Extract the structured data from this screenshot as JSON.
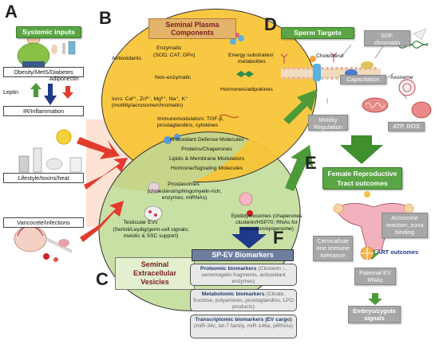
{
  "panels": {
    "a": "A",
    "b": "B",
    "c": "C",
    "d": "D",
    "e": "E",
    "f": "F"
  },
  "systemic": {
    "title": "Systemic inputs",
    "obesity": "Obesity/MetS/Diabetes",
    "leptin": "Leptin",
    "adiponectin": "Adiponectin",
    "ir": "IR/Inflammation",
    "lifestyle": "Lifestyle/toxins/heat",
    "varicocele": "Varicocele/infections"
  },
  "seminal_plasma": {
    "title": "Seminal Plasma Components",
    "antioxidants": "Antioxidants",
    "enzymatic": "Enzymatic",
    "enzymatic_detail": "(SOD, CAT, GPx)",
    "non_enzymatic": "Non-enzymatic",
    "ions": "Ions: Ca²⁺, Zn²⁺, Mg²⁺, Na⁺, K⁺",
    "ions_detail": "(motility/acrosome/chromatin)",
    "energy": "Energy substrates/",
    "energy2": "metabolites",
    "hormones": "Hormones/adipokines",
    "immuno": "Immunomodulators: TGF-β,",
    "immuno2": "prostaglandins, cytokines"
  },
  "overlap": {
    "line1": "Antioxidant Defense Molecules",
    "line2": "Proteins/Chaperones",
    "line3": "Lipids & Membrane Modulators",
    "line4": "Hormone/Signaling Molecules"
  },
  "ev": {
    "prostasomes": "Prostasomes",
    "prostasomes_detail": "(cholesterol/sphingomyelin-rich; enzymes; miRNAs)",
    "epididymosomes": "Epididymosomes (chaperones clusterin/HSP70; RNAs for maturation/epigenome)",
    "testicular": "Testicular EVs",
    "testicular_detail": "(Sertoli/Leydig/germ-cell signals; meiotic & SSC support)",
    "title_line1": "Seminal",
    "title_line2": "Extracellular",
    "title_line3": "Vesicles"
  },
  "sperm_targets": {
    "title": "Sperm Targets",
    "cholesterol": "Cholesterol",
    "sdf": "SDF,",
    "sdf2": "chromatin",
    "capacitation": "Capacitation",
    "axoneme": "Axoneme",
    "motility": "Motility",
    "motility2": "Regulation",
    "atp": "ATP, ROS"
  },
  "female": {
    "title_line1": "Female Reproductive",
    "title_line2": "Tract outcomes",
    "immune": "Cervical/ute rine immune tolerance",
    "acrosome": "Acrosome reaction, zona binding",
    "art": "ART outcomes",
    "paternal": "Paternal EV RNAs",
    "embryo": "Embryo/zygote signals"
  },
  "biomarkers": {
    "title": "SP-EV Biomarkers",
    "proteomic_head": "Proteomic biomarkers",
    "proteomic_rest": " (Clusterin ↓, semenogelin fragments, antioxidant enzymes)",
    "metabolomic_head": "Metabolomic biomarkers",
    "metabolomic_rest": " (Citrate, fructose, polyamines, prostaglandins, LPO products)",
    "transcriptomic_head": "Transcriptomic biomarkers (EV cargo)",
    "transcriptomic_rest": " (miR-34c, let-7 family, miR-146a, piRNAs)"
  },
  "colors": {
    "green": "#5aa544",
    "yellow": "#f7c02d",
    "ev_green": "#c5dda0",
    "navy": "#1f3a8a",
    "red": "#e23b2e",
    "gray": "#a7a7a7"
  }
}
